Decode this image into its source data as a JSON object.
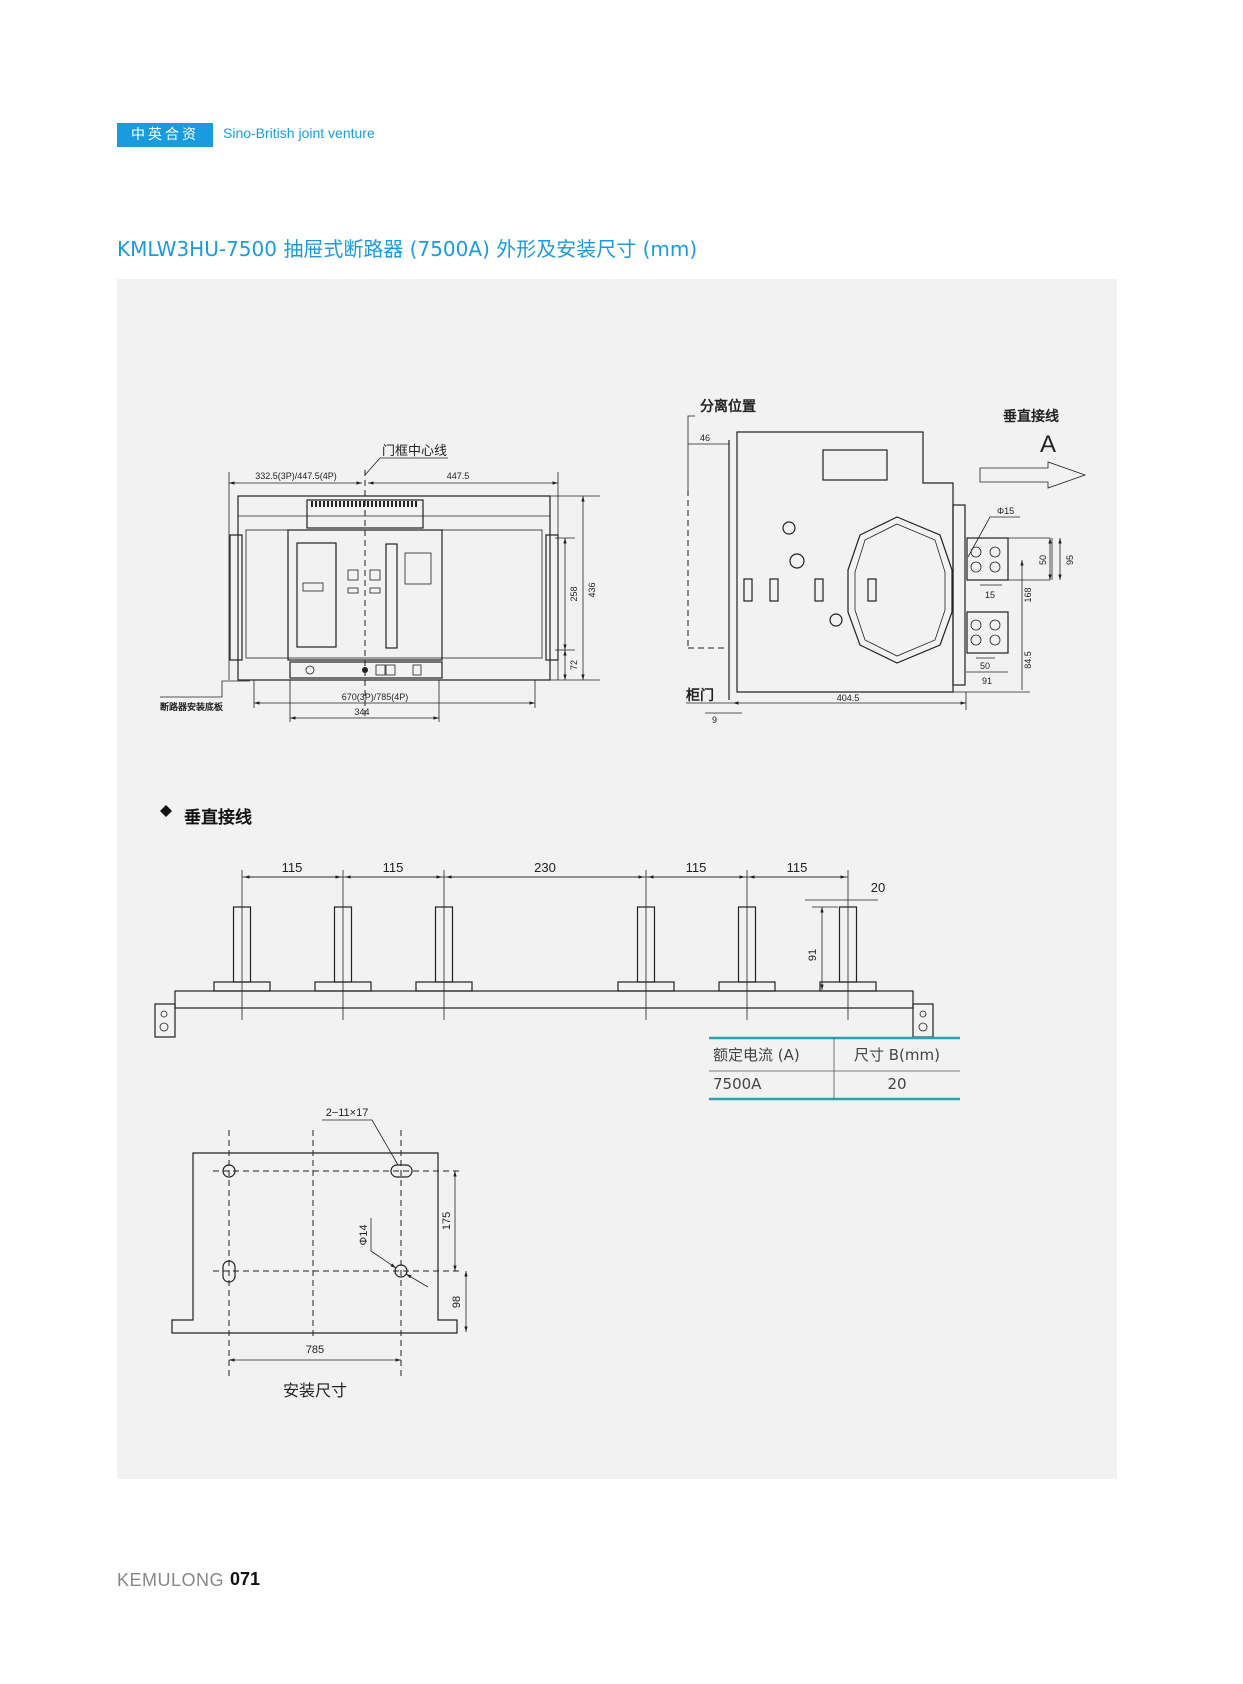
{
  "header": {
    "badge": "中英合资",
    "subtitle": "Sino-British joint venture"
  },
  "title": "KMLW3HU-7500 抽屉式断路器 (7500A) 外形及安装尺寸 (mm)",
  "front_view": {
    "door_center_label": "门框中心线",
    "dim_left": "332.5(3P)/447.5(4P)",
    "dim_right": "447.5",
    "dim_height_total": "436",
    "dim_height_mid": "258",
    "dim_height_bottom": "72",
    "dim_width_mount": "670(3P)/785(4P)",
    "dim_width_panel": "344",
    "base_plate_label": "断路器安装底板"
  },
  "side_view": {
    "isolated_position_label": "分离位置",
    "vertical_wiring_label": "垂直接线",
    "view_letter": "A",
    "dim_46": "46",
    "phi15": "Φ15",
    "dim_50a": "50",
    "dim_95": "95",
    "dim_15": "15",
    "dim_168": "168",
    "dim_84_5": "84.5",
    "dim_50b": "50",
    "dim_91": "91",
    "cabinet_door_label": "柜门",
    "dim_404_5": "404.5",
    "dim_9": "9"
  },
  "busbar_section": {
    "heading": "垂直接线",
    "spacings": [
      "115",
      "115",
      "230",
      "115",
      "115"
    ],
    "dim_width": "20",
    "dim_height": "91"
  },
  "table": {
    "headers": [
      "额定电流 (A)",
      "尺寸 B(mm)"
    ],
    "rows": [
      [
        "7500A",
        "20"
      ]
    ],
    "accent_color": "#2aa3b0"
  },
  "mounting": {
    "slot_label": "2−11×17",
    "hole_label": "Φ14",
    "dim_175": "175",
    "dim_98": "98",
    "dim_785": "785",
    "caption": "安装尺寸"
  },
  "footer": {
    "brand": "KEMULONG",
    "page": "071"
  }
}
